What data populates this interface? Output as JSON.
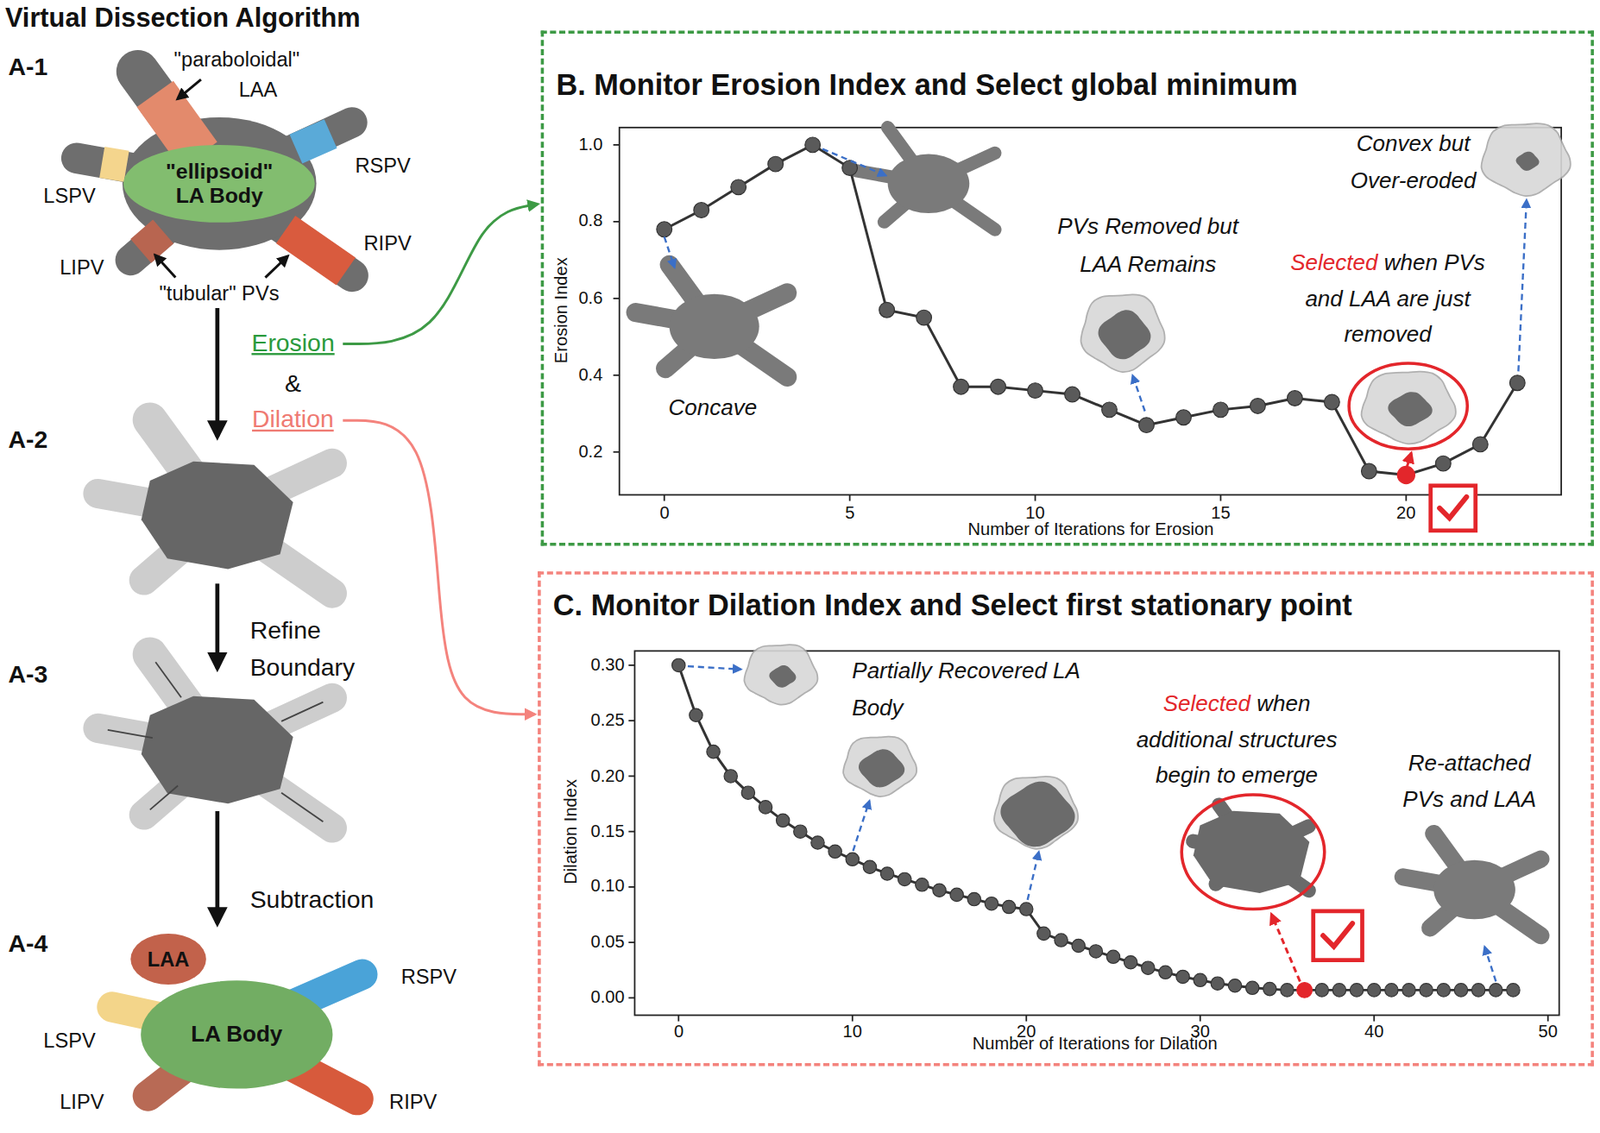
{
  "diagram": {
    "title": "Virtual Dissection Algorithm",
    "nodes": [
      {
        "text": [
          "\"ellipsoid\" LA Body"
        ]
      },
      {
        "text": [
          "B. Monitor Erosion Index and Select global minimum"
        ]
      },
      {
        "text": [
          "C. Monitor Dilation Index and Select first stationary point"
        ]
      },
      {
        "text": [
          "LAA"
        ]
      },
      {
        "text": [
          "LA Body"
        ]
      }
    ],
    "labels": [
      "A-1",
      "\"paraboloidal\"",
      "LAA",
      "RSPV",
      "LSPV",
      "RIPV",
      "LIPV",
      "\"tubular\" PVs",
      "Erosion",
      "&",
      "Dilation",
      "A-2",
      "Refine Boundary",
      "A-3",
      "Subtraction",
      "A-4",
      "LSPV",
      "RSPV",
      "LIPV",
      "RIPV",
      "1.0",
      "0.8",
      "0.6",
      "0.4",
      "0.2",
      "0",
      "5",
      "10",
      "15",
      "20",
      "Erosion Index",
      "Number of Iterations for Erosion",
      "Concave",
      "PVs Removed but LAA Remains",
      "Convex but Over-eroded",
      "Selected",
      "when PVs and LAA are just removed",
      "0.30",
      "0.25",
      "0.20",
      "0.15",
      "0.10",
      "0.05",
      "0.00",
      "0",
      "10",
      "20",
      "30",
      "40",
      "50",
      "Dilation Index",
      "Number of Iterations for Dilation",
      "Partially Recovered LA Body",
      "Selected",
      "when additional structures begin to emerge",
      "Re-attached PVs and LAA"
    ]
  }
}
